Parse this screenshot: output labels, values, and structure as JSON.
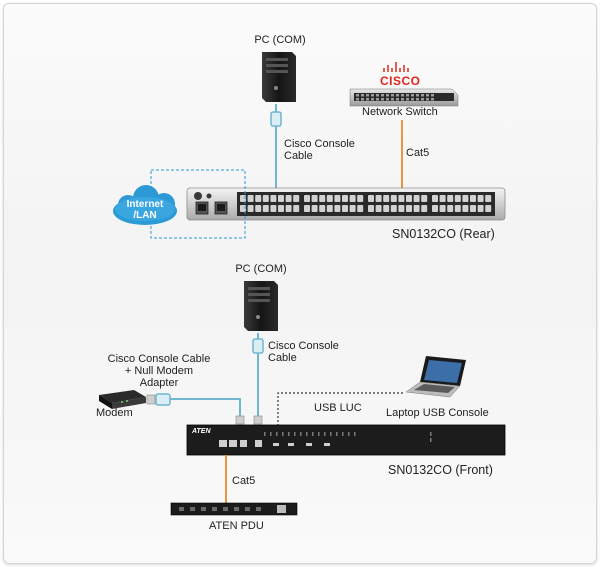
{
  "labels": {
    "pc_top": "PC (COM)",
    "cisco_logo": "CISCO",
    "network_switch": "Network Switch",
    "cisco_console_cable_top": [
      "Cisco Console",
      "Cable"
    ],
    "cat5_top": "Cat5",
    "internet_lan": [
      "Internet",
      "/LAN"
    ],
    "rear_unit": "SN0132CO (Rear)",
    "pc_bottom": "PC (COM)",
    "cisco_console_cable_bottom": [
      "Cisco Console",
      "Cable"
    ],
    "null_modem": [
      "Cisco Console Cable",
      "+ Null Modem",
      "Adapter"
    ],
    "modem": "Modem",
    "usb_luc": "USB LUC",
    "laptop": "Laptop USB Console",
    "aten_brand": "ATEN",
    "front_unit": "SN0132CO (Front)",
    "cat5_bottom": "Cat5",
    "aten_pdu": "ATEN PDU"
  },
  "colors": {
    "console_cable": "#6fb6cf",
    "cat5_cable": "#e39a3b",
    "cloud": "#2d9ad6",
    "device_dark": "#1c1c1c",
    "cisco_red": "#e2251b"
  }
}
